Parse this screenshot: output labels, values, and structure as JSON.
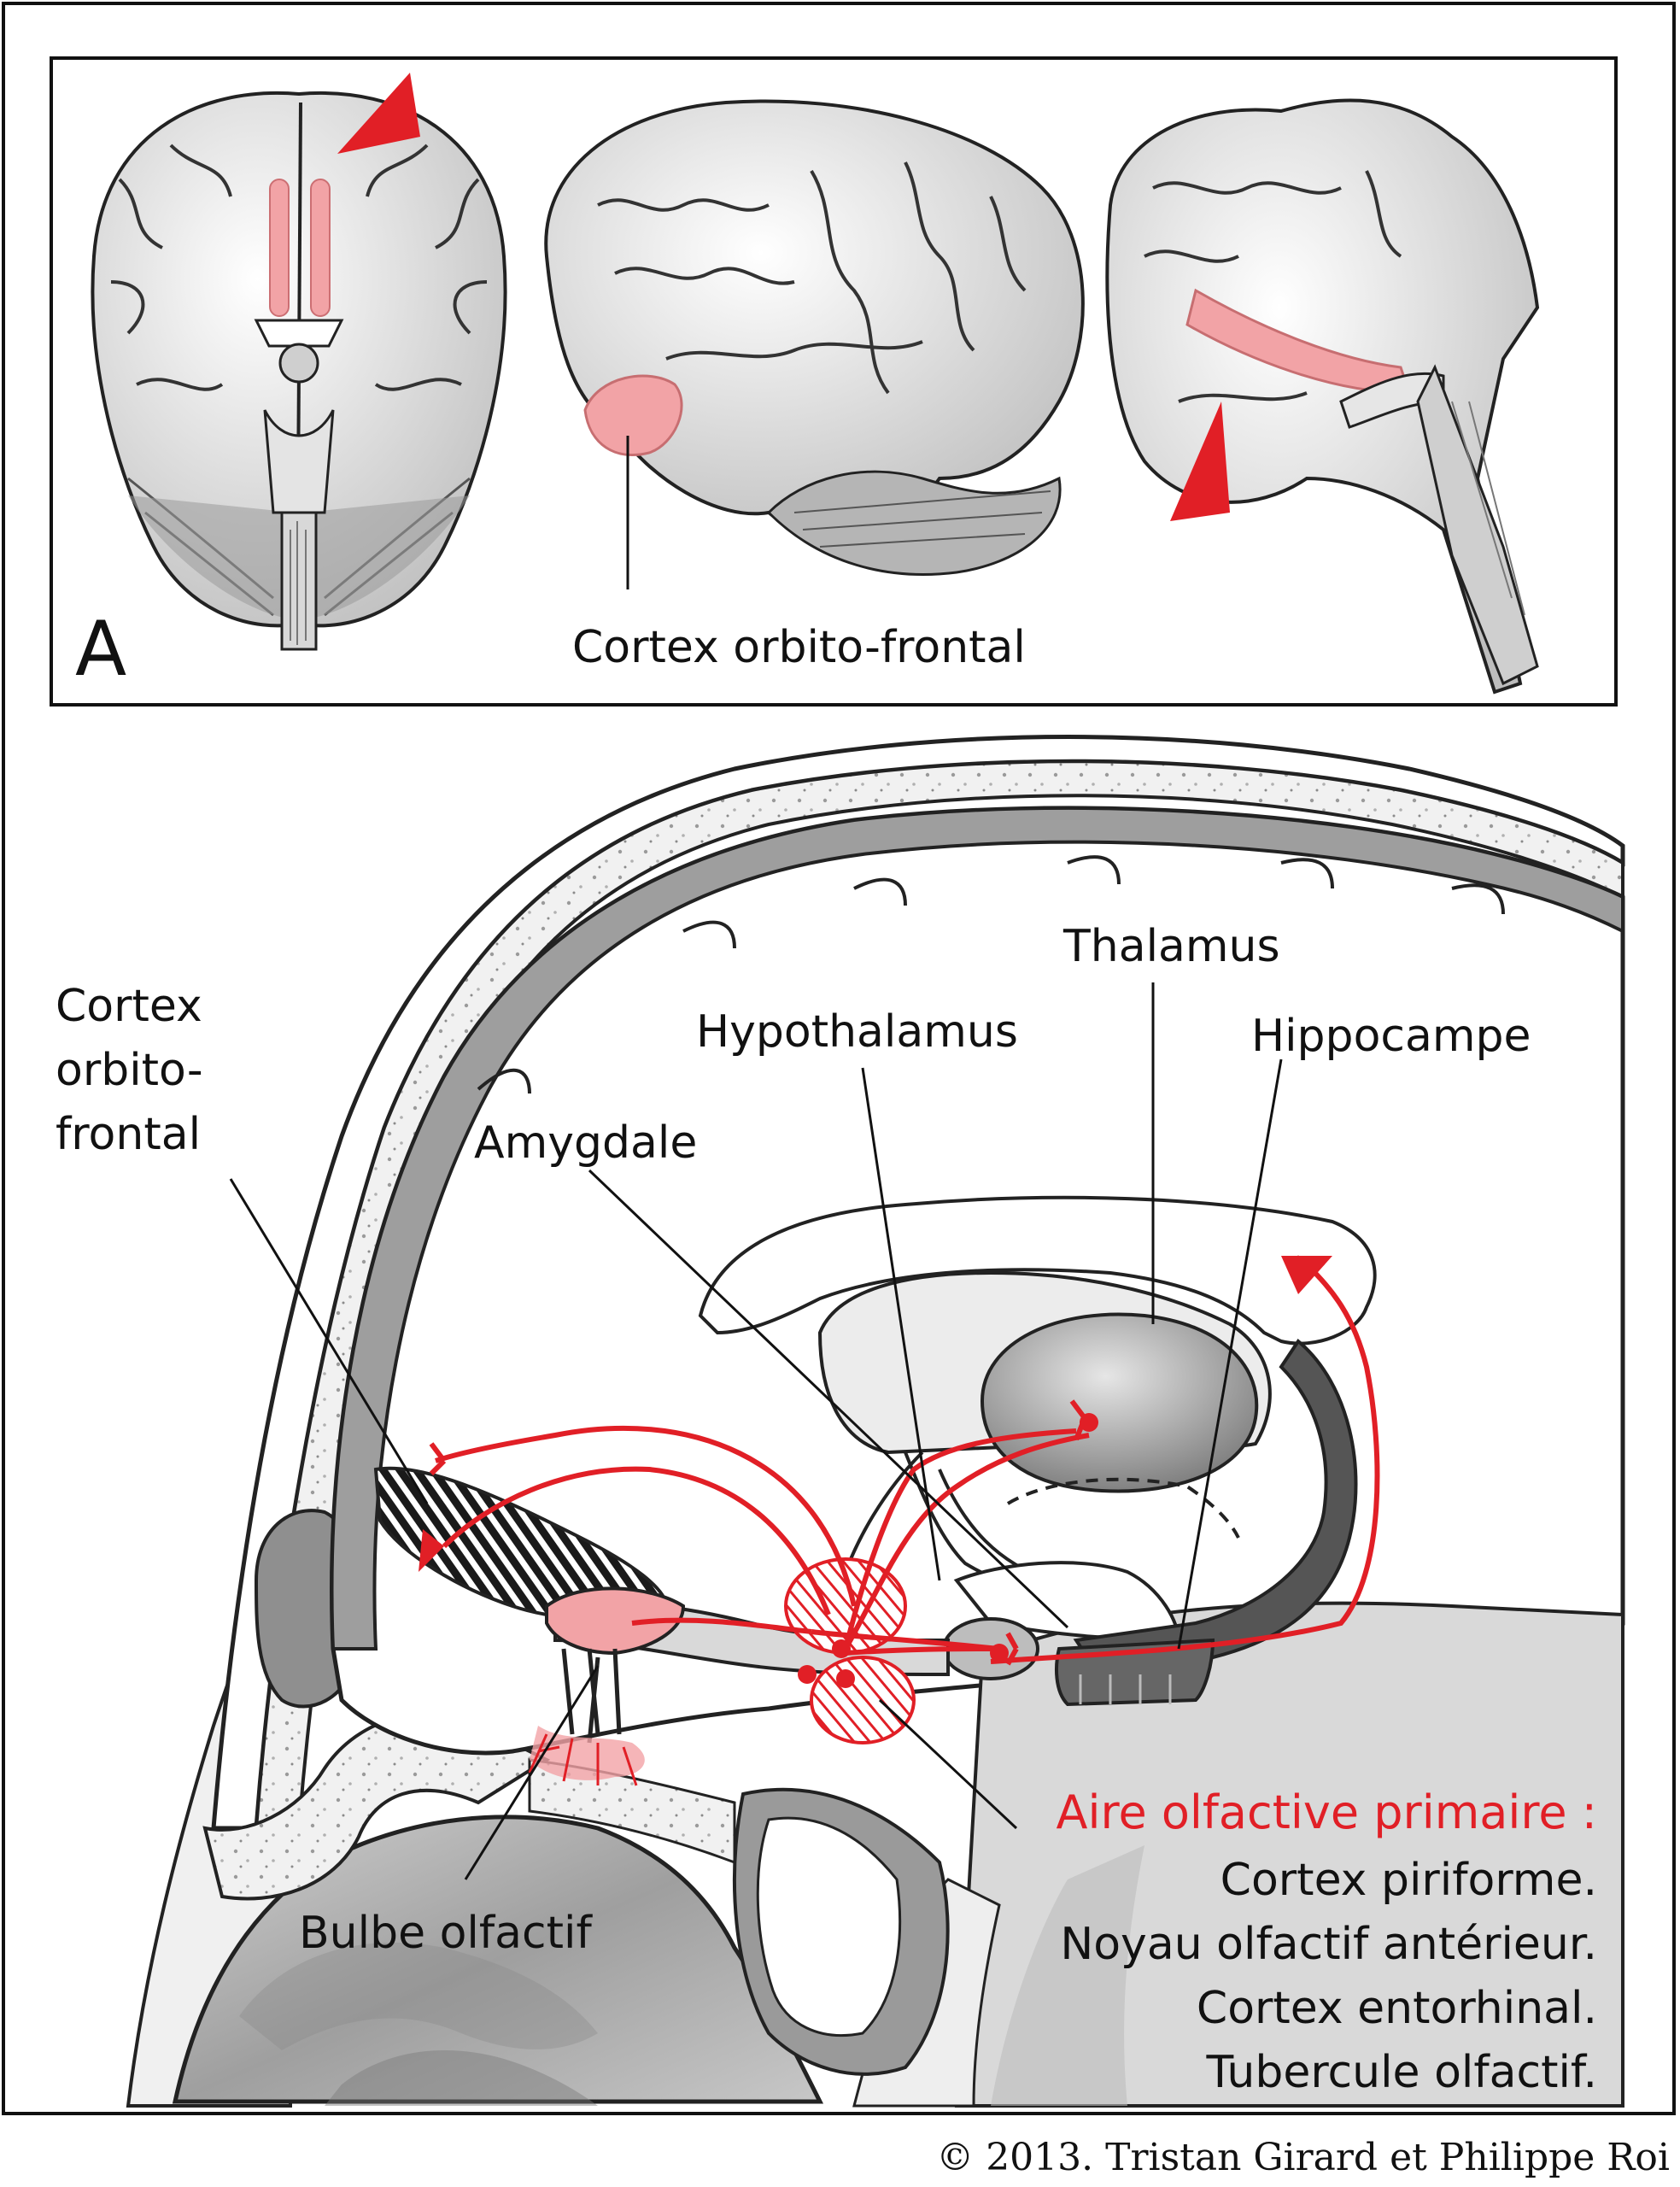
{
  "colors": {
    "accent_red": "#e11f26",
    "highlight_pink": "#f2a3a6",
    "gray_dark": "#6b6b6b",
    "gray_mid": "#a6a6a6",
    "gray_light": "#d9d9d9"
  },
  "panel_a": {
    "letter": "A",
    "label_orbitofrontal": "Cortex orbito-frontal",
    "views": [
      "brain-inferior-view",
      "brain-lateral-view",
      "brain-medial-view"
    ]
  },
  "panel_b": {
    "labels": {
      "cortex_line1": "Cortex",
      "cortex_line2": "orbito-",
      "cortex_line3": "frontal",
      "amygdale": "Amygdale",
      "hypothalamus": "Hypothalamus",
      "thalamus": "Thalamus",
      "hippocampe": "Hippocampe",
      "bulbe": "Bulbe olfactif"
    },
    "primary_area": {
      "title": "Aire olfactive primaire :",
      "items": [
        "Cortex piriforme.",
        "Noyau olfactif antérieur.",
        "Cortex entorhinal.",
        "Tubercule olfactif."
      ]
    }
  },
  "copyright": "© 2013. Tristan Girard et Philippe Roi"
}
